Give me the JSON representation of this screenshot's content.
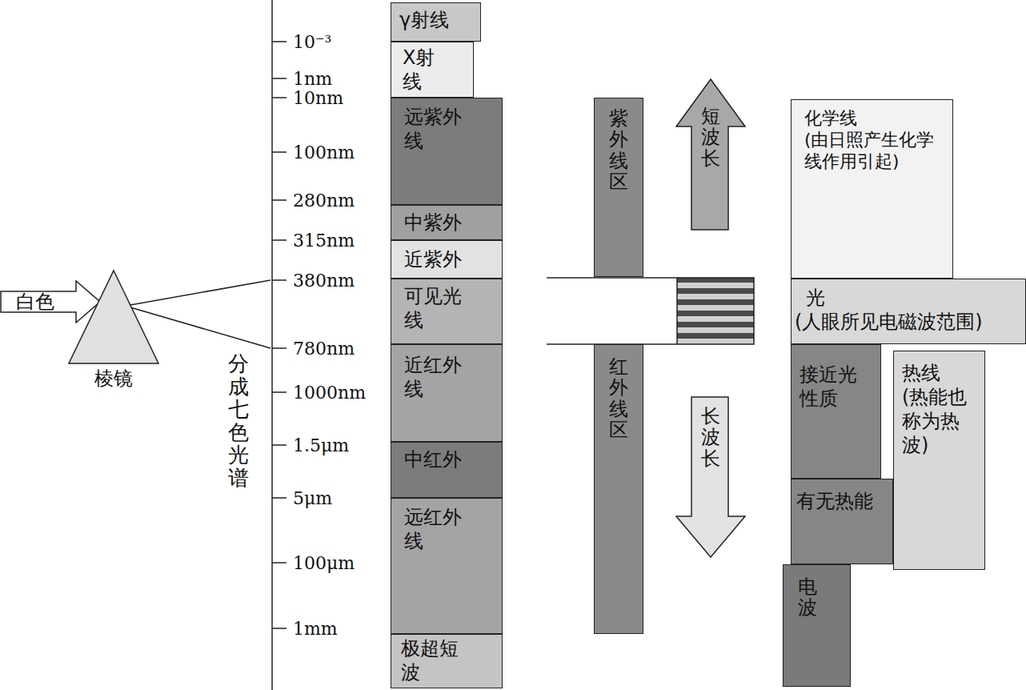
{
  "diagram": {
    "nodes": [
      {
        "text": [
          "白色"
        ]
      },
      {
        "text": [
          "棱镜"
        ]
      },
      {
        "text": [
          "γ射线"
        ]
      },
      {
        "text": [
          "X射 线"
        ]
      },
      {
        "text": [
          "远紫外 线"
        ]
      },
      {
        "text": [
          "中紫外"
        ]
      },
      {
        "text": [
          "近紫外"
        ]
      },
      {
        "text": [
          "可见光 线"
        ]
      },
      {
        "text": [
          "近红外 线"
        ]
      },
      {
        "text": [
          "中红外"
        ]
      },
      {
        "text": [
          "远红外 线"
        ]
      },
      {
        "text": [
          "极超短 波"
        ]
      },
      {
        "text": [
          "紫外线区"
        ]
      },
      {
        "text": [
          "短波长"
        ]
      },
      {
        "text": [
          "红外线区"
        ]
      },
      {
        "text": [
          "长波长"
        ]
      },
      {
        "text": [
          "化学线",
          "(由日照产生化学线作用引起)"
        ]
      },
      {
        "text": [
          "光",
          "(人眼所见电磁波范围)"
        ]
      },
      {
        "text": [
          "接近光性质"
        ]
      },
      {
        "text": [
          "热线",
          "(热能也称为热波)"
        ]
      },
      {
        "text": [
          "有无热能"
        ]
      },
      {
        "text": [
          "电波"
        ]
      }
    ],
    "labels": [
      "10⁻³",
      "1nm",
      "10nm",
      "100nm",
      "280nm",
      "315nm",
      "380nm",
      "780nm",
      "1000nm",
      "1.5μm",
      "5μm",
      "100μm",
      "1mm",
      "分成七色光谱"
    ]
  }
}
